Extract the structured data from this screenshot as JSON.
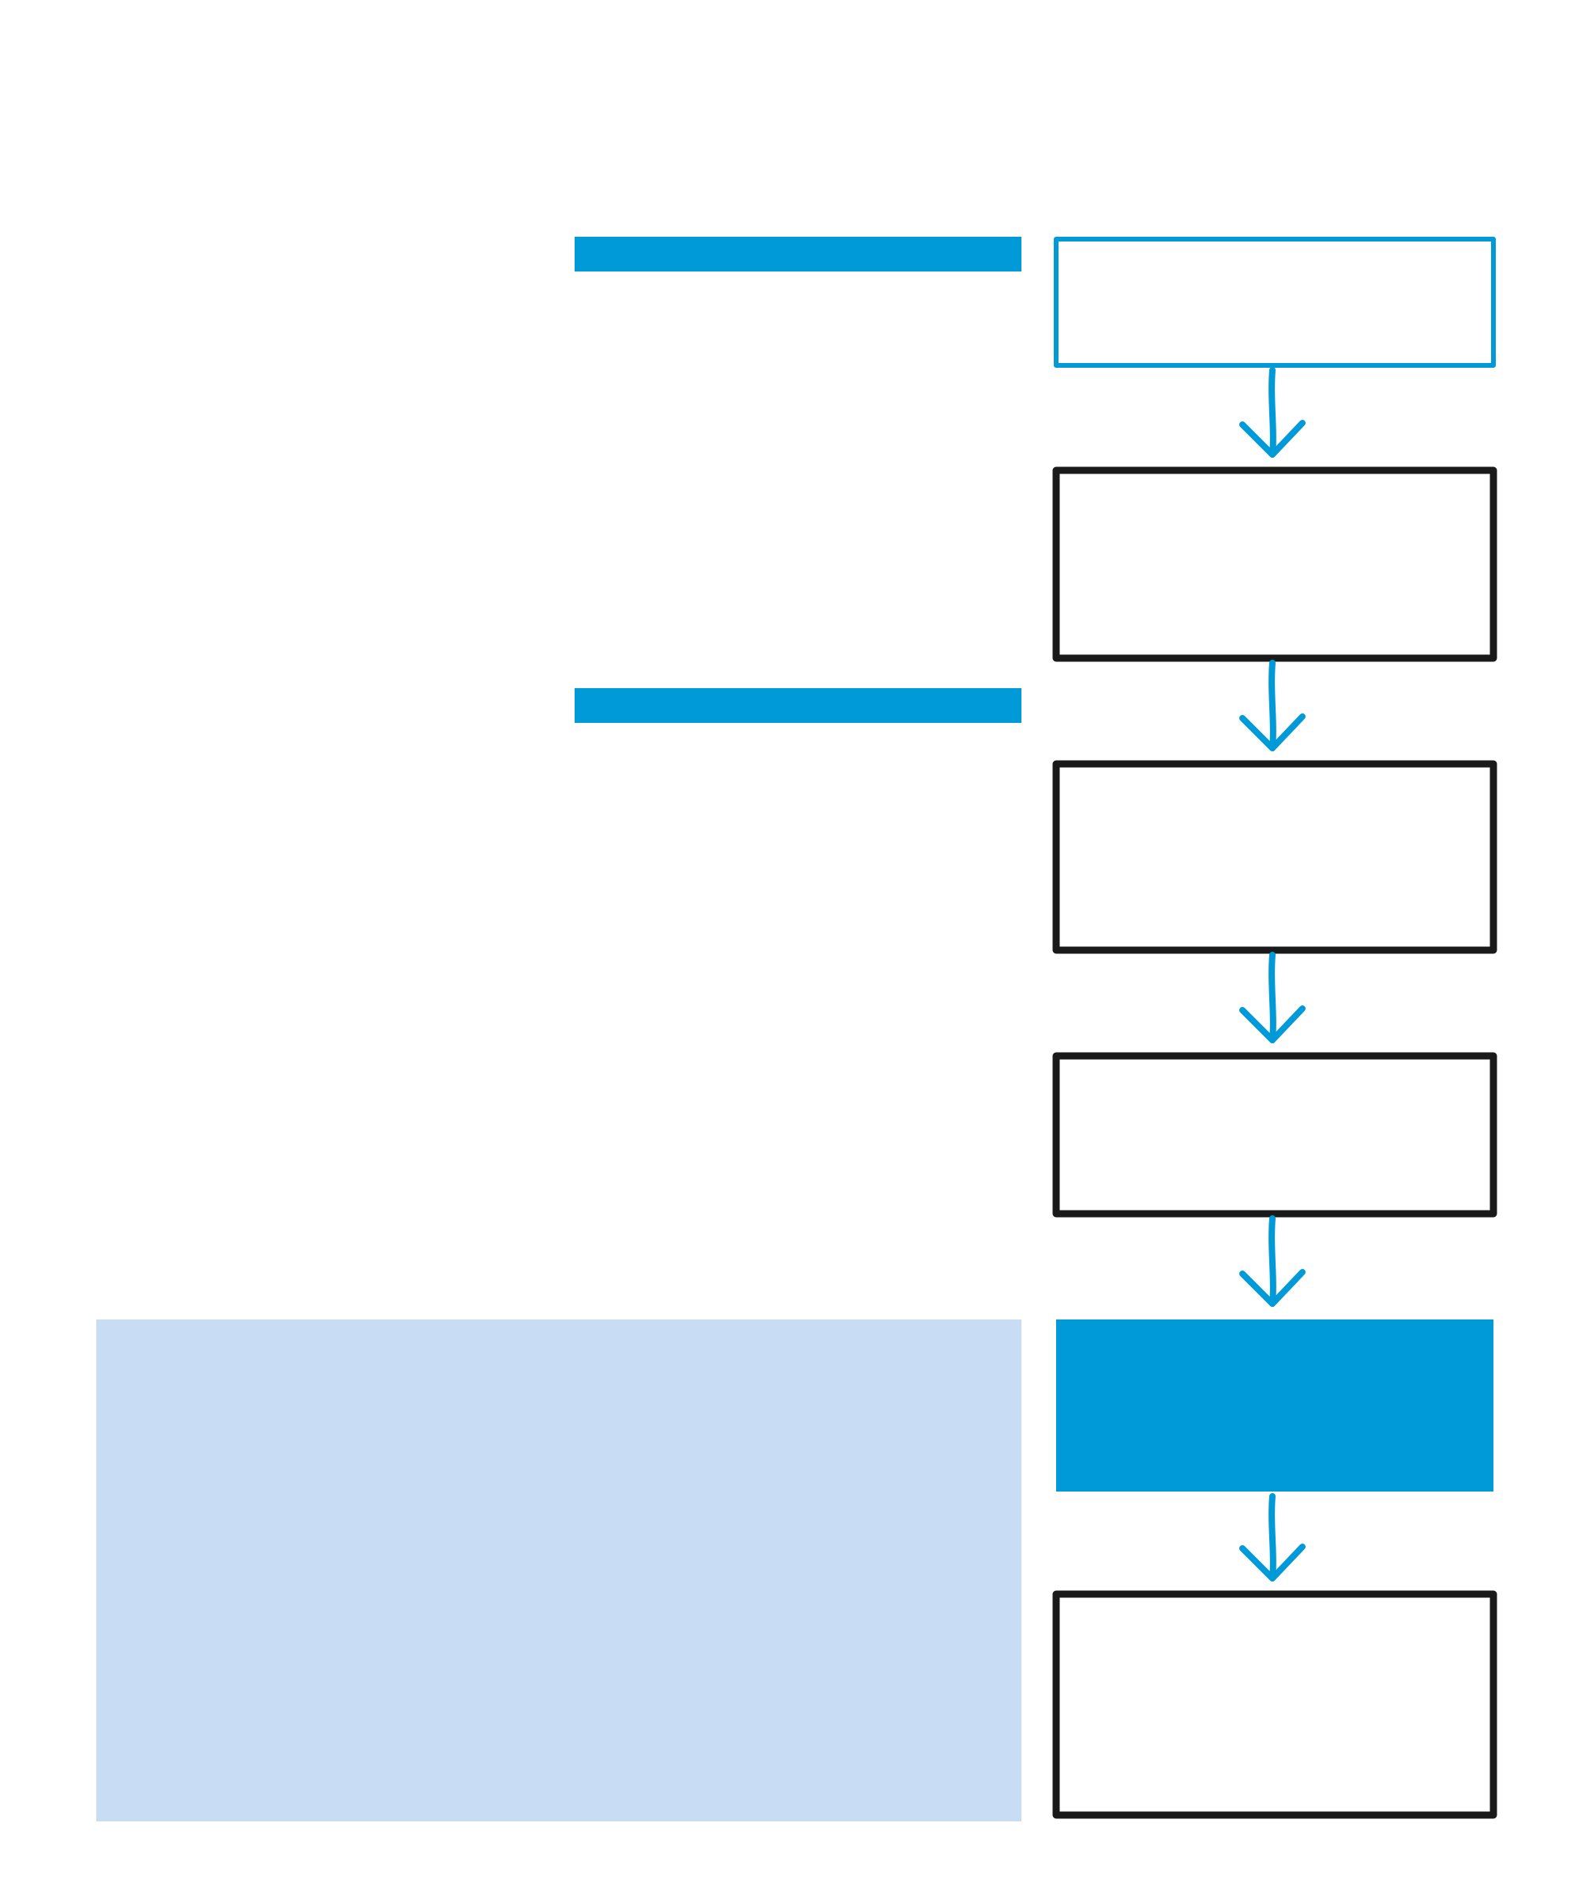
{
  "colors": {
    "background": "#ffffff",
    "accent": "#009ad8",
    "panel_fill": "#c8ddf3",
    "box_stroke": "#1a1a1a"
  },
  "flow": {
    "steps": [
      {
        "id": "step-1",
        "style": "accent-outline"
      },
      {
        "id": "step-2",
        "style": "dark-outline"
      },
      {
        "id": "step-3",
        "style": "dark-outline"
      },
      {
        "id": "step-4",
        "style": "dark-outline"
      },
      {
        "id": "step-5",
        "style": "accent-filled"
      },
      {
        "id": "step-6",
        "style": "dark-outline"
      }
    ],
    "arrow_icon": "down-arrow-icon"
  }
}
